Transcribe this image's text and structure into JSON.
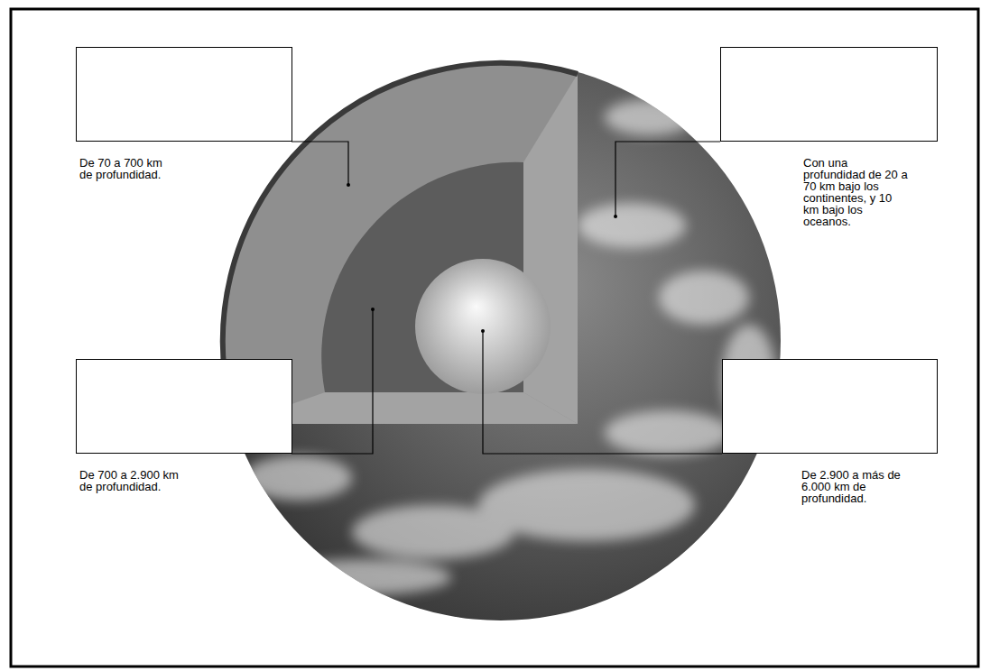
{
  "diagram": {
    "nodes": [
      {
        "text": [
          "De 70 a 700 km de profundidad."
        ]
      },
      {
        "text": [
          "Con una profundidad de 20 a 70 km bajo los continentes, y 10 km bajo los oceanos."
        ]
      },
      {
        "text": [
          "De 700 a 2.900 km de profundidad."
        ]
      },
      {
        "text": [
          "De 2.900 a más de 6.000 km de profundidad."
        ]
      }
    ]
  }
}
